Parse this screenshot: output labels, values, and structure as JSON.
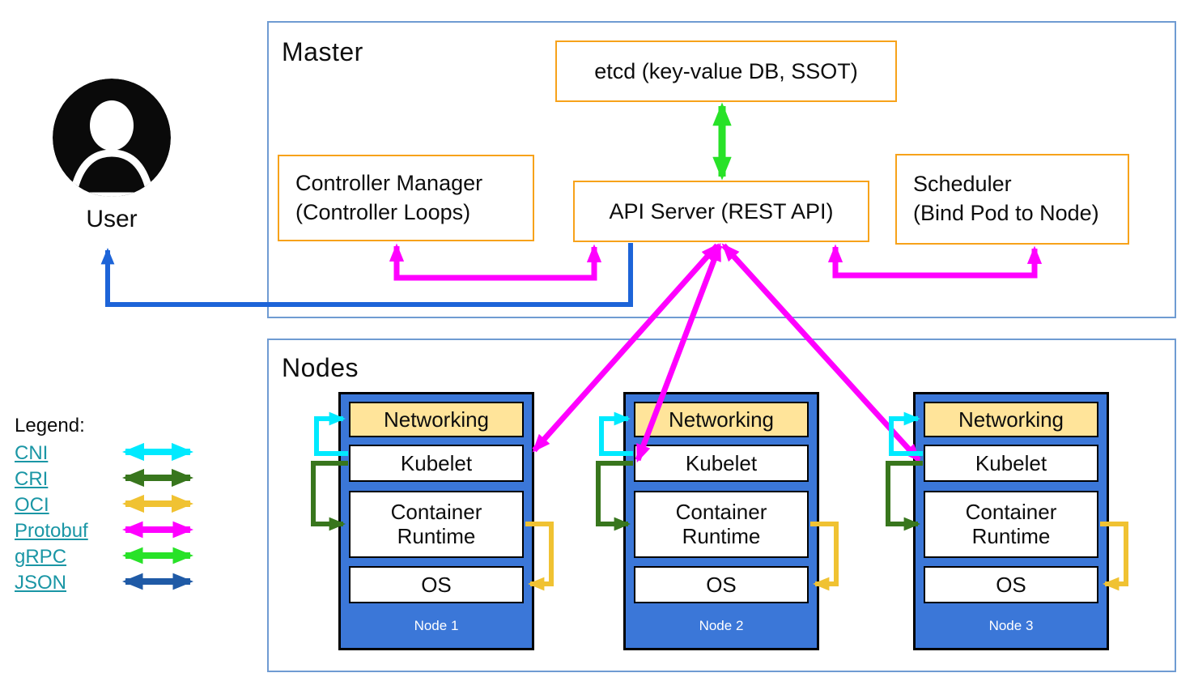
{
  "master": {
    "title": "Master",
    "etcd": "etcd (key-value DB, SSOT)",
    "controller_manager": "Controller Manager\n(Controller Loops)",
    "api_server": "API Server (REST API)",
    "scheduler": "Scheduler\n(Bind Pod to Node)"
  },
  "user": {
    "label": "User"
  },
  "nodes": {
    "title": "Nodes",
    "component_labels": {
      "networking": "Networking",
      "kubelet": "Kubelet",
      "container_runtime": "Container\nRuntime",
      "os": "OS"
    },
    "items": [
      {
        "title": "Node 1"
      },
      {
        "title": "Node 2"
      },
      {
        "title": "Node 3"
      }
    ]
  },
  "legend": {
    "title": "Legend:",
    "items": [
      {
        "label": "CNI",
        "protocol_color": "#00eaff"
      },
      {
        "label": "CRI",
        "protocol_color": "#38761d"
      },
      {
        "label": "OCI",
        "protocol_color": "#f0c232"
      },
      {
        "label": "Protobuf",
        "protocol_color": "#ff00ff"
      },
      {
        "label": "gRPC",
        "protocol_color": "#28e228"
      },
      {
        "label": "JSON",
        "protocol_color": "#1f5aa6"
      }
    ]
  },
  "colors": {
    "section_border": "#6f9bd2",
    "box_border": "#f7a21a",
    "node_fill": "#3b77d8",
    "networking_fill": "#ffe49a",
    "link_text": "#1a96a5",
    "cni": "#00eaff",
    "cri": "#38761d",
    "oci": "#f0c232",
    "protobuf": "#ff00ff",
    "grpc": "#28e228",
    "json": "#1f5aa6",
    "user_arrow": "#1d64d8",
    "icon": "#0a0a0a"
  }
}
